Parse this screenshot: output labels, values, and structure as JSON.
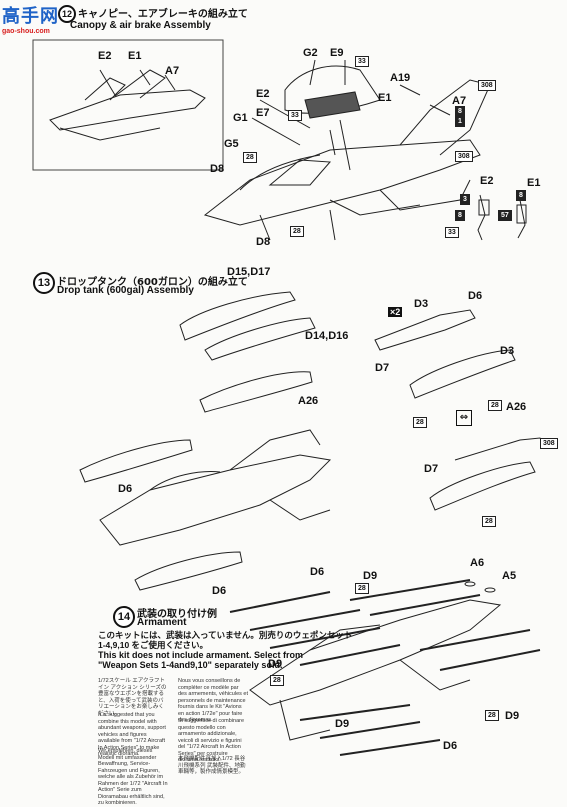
{
  "watermark": {
    "main": "高手网",
    "sub": "gao-shou.com"
  },
  "step12": {
    "number": "12",
    "title_jp": "キャノピー、エアブレーキの組み立て",
    "title_en": "Canopy & air brake Assembly"
  },
  "step13": {
    "number": "13",
    "title_jp": "ドロップタンク（600ガロン）の組み立て",
    "title_en": "Drop tank (600gal) Assembly"
  },
  "step14": {
    "number": "14",
    "title_jp": "武装の取り付け例",
    "title_en": "Armament"
  },
  "labels": {
    "inset": [
      "E2",
      "E1",
      "A7"
    ],
    "canopy": [
      "G2",
      "E9",
      "A19",
      "E2",
      "E1",
      "A7",
      "G1",
      "E7",
      "G5",
      "D8",
      "D8",
      "E2",
      "E1"
    ],
    "tank": [
      "D15,D17",
      "D14,D16",
      "D3",
      "D6",
      "D3",
      "D7",
      "A26",
      "D7",
      "A26",
      "D6",
      "D6"
    ],
    "armament": [
      "D6",
      "D9",
      "A6",
      "A5",
      "D9",
      "D9",
      "D6",
      "D9"
    ]
  },
  "tags": {
    "t33a": "33",
    "t308a": "308",
    "t8a": "8",
    "t1": "1",
    "t308b": "308",
    "t33b": "33",
    "t28a": "28",
    "t28b": "28",
    "t3": "3",
    "t8b": "8",
    "t8c": "8",
    "t57": "57",
    "t33c": "33",
    "t28c": "28",
    "t28d": "28",
    "t308c": "308",
    "t28e": "28",
    "t28f": "28",
    "t28g": "28",
    "t28h": "28"
  },
  "multiplier": "×2",
  "notes": {
    "jp1": "このキットには、武装は入っていません。別売りのウェポンセット",
    "jp2": "1-4,9,10 をご使用ください。",
    "en1": "This kit does not include armament. Select from",
    "en2": "\"Weapon Sets 1-4and9,10\" separately sold."
  },
  "fine_print": {
    "col1": "1/72スケール エアクラフト イン アクション シリーズの豊富なウエポンを搭載すると、入荷を使って武装のバリエーションをお楽しみください。",
    "col1_en": "It is suggested that you combine this model with abundant weapons, support vehicles and figures available from \"1/72 Aircraft In Action Series\" to make realistic diorama.",
    "col1_de": "Wir empfehlen, dieses Modell mit umfassender Bewaffnung, Service-Fahrzeugen und Figuren, welche alle als Zubehör im Rahmen der 1/72 \"Aircraft In Action\" Serie zum Dioramabau erhältlich sind, zu kombinieren.",
    "col2": "Nous vous conseillons de compléter ce modèle par des armements, véhicules et personnels de maintenance fournis dans le Kit \"Avions en action 1/72e\" pour faire des dioramas.",
    "col2_it": "Si suggerisce di combinare questo modello con armamento addizionale, veicoli di servizio e figurini del \"1/72 Aircraft In Action Series\" per costruire diorama realistici.",
    "col2_cn": "本飛機配件可加入1/72 長谷川飛機系列 武裝配件、地勤車輛等，製作成情景模型。"
  }
}
